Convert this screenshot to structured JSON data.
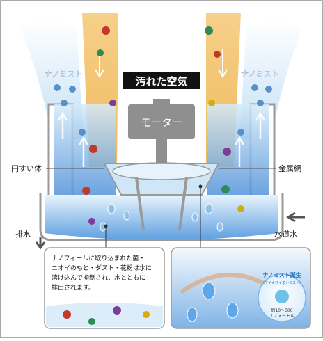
{
  "diagram": {
    "labels": {
      "nanomist_left": "ナノミスト",
      "nanomist_right": "ナノミスト",
      "dirty_air": "汚れた空気",
      "motor": "モーター",
      "cone_body": "円すい体",
      "metal_mesh": "金属網",
      "drain": "排水",
      "tap_water": "水道水"
    },
    "callout_left": {
      "line1": "ナノフィールに取り込まれた菌・",
      "line2": "ニオイのもと・ダスト・花粉は水に",
      "line3": "溶け込んで抑制され、水とともに",
      "line4": "排出されます。"
    },
    "callout_right": {
      "badge_title": "ナノミスト誕生",
      "badge_sub": "（マイナスイオンミスト）",
      "size_line1": "約10〜500",
      "size_line2": "ナノメートル"
    },
    "colors": {
      "frame": "#9a9a9a",
      "water_blue": "#3f86d4",
      "light_blue": "#cfe6f7",
      "dirty_air": "#f3c46a",
      "title_bg": "#111111",
      "motor": "#8f8f8f"
    }
  }
}
